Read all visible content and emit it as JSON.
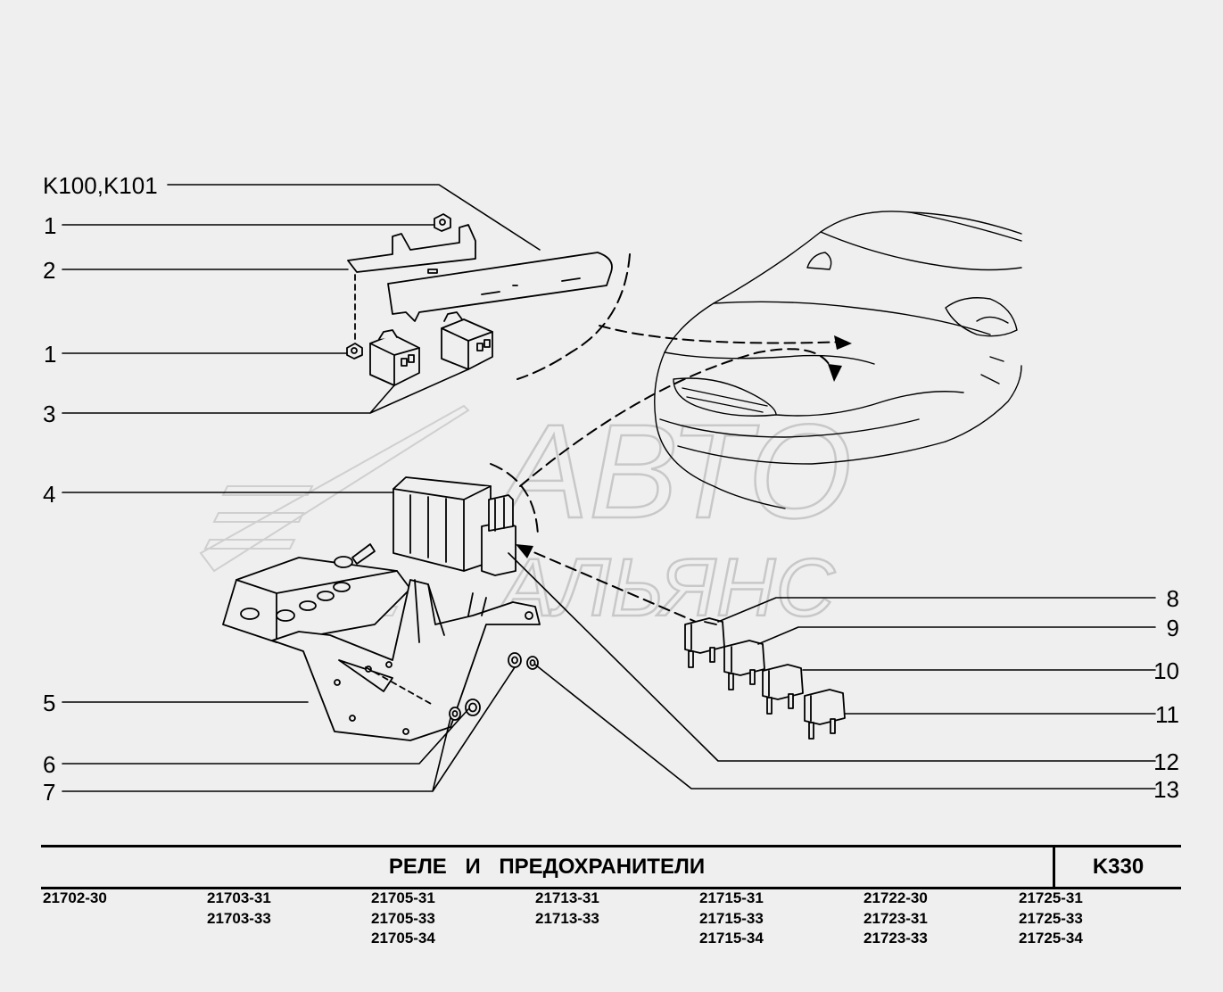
{
  "diagram": {
    "callouts": {
      "k100": "K100,K101",
      "c1a": "1",
      "c2": "2",
      "c1b": "1",
      "c3": "3",
      "c4": "4",
      "c5": "5",
      "c6": "6",
      "c7": "7",
      "c8": "8",
      "c9": "9",
      "c10": "10",
      "c11": "11",
      "c12": "12",
      "c13": "13"
    },
    "watermark": [
      "АВТО",
      "АЛЬЯНС"
    ]
  },
  "title_block": {
    "title": "РЕЛЕ И ПРЕДОХРАНИТЕЛИ",
    "code": "K330"
  },
  "models": [
    [
      "21702-30"
    ],
    [
      "21703-31",
      "21703-33"
    ],
    [
      "21705-31",
      "21705-33",
      "21705-34"
    ],
    [
      "21713-31",
      "21713-33"
    ],
    [
      "21715-31",
      "21715-33",
      "21715-34"
    ],
    [
      "21722-30",
      "21723-31",
      "21723-33"
    ],
    [
      "21725-31",
      "21725-33",
      "21725-34"
    ]
  ]
}
